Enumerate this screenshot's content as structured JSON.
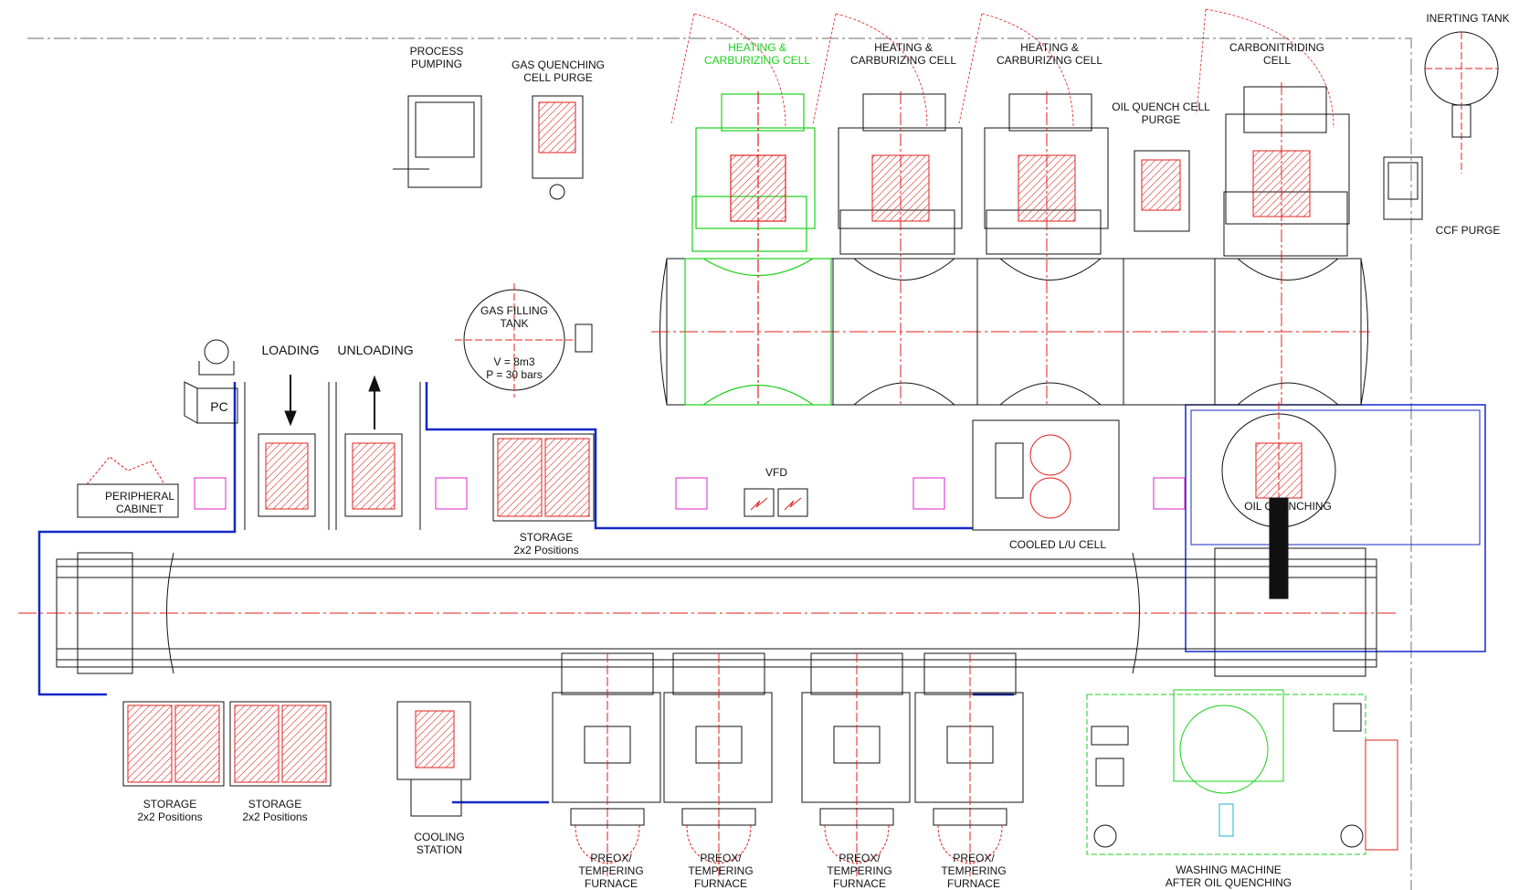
{
  "labels": {
    "process_pumping": [
      "PROCESS",
      "PUMPING"
    ],
    "gas_quenching_purge": [
      "GAS QUENCHING",
      "CELL PURGE"
    ],
    "heating_cell_1": [
      "HEATING &",
      "CARBURIZING CELL"
    ],
    "heating_cell_2": [
      "HEATING &",
      "CARBURIZING CELL"
    ],
    "heating_cell_3": [
      "HEATING &",
      "CARBURIZING CELL"
    ],
    "oil_quench_purge": [
      "OIL QUENCH CELL",
      "PURGE"
    ],
    "carbonitriding_cell": [
      "CARBONITRIDING",
      "CELL"
    ],
    "inerting_tank": "INERTING TANK",
    "ccf_purge": "CCF PURGE",
    "gas_filling_tank": [
      "GAS FILLING",
      "TANK"
    ],
    "tank_volume": "V = 8m3",
    "tank_pressure": "P = 30 bars",
    "loading": "LOADING",
    "unloading": "UNLOADING",
    "pc": "PC",
    "peripheral_cabinet": [
      "PERIPHERAL",
      "CABINET"
    ],
    "storage_top": [
      "STORAGE",
      "2x2 Positions"
    ],
    "vfd": "VFD",
    "cooled_lu_cell": "COOLED L/U CELL",
    "oil_quenching": "OIL QUENCHING",
    "storage_bottom_1": [
      "STORAGE",
      "2x2 Positions"
    ],
    "storage_bottom_2": [
      "STORAGE",
      "2x2 Positions"
    ],
    "cooling_station": [
      "COOLING",
      "STATION"
    ],
    "preox_1": [
      "PREOX/",
      "TEMPERING",
      "FURNACE"
    ],
    "preox_2": [
      "PREOX/",
      "TEMPERING",
      "FURNACE"
    ],
    "preox_3": [
      "PREOX/",
      "TEMPERING",
      "FURNACE"
    ],
    "preox_4": [
      "PREOX/",
      "TEMPERING",
      "FURNACE"
    ],
    "washing_machine": [
      "WASHING MACHINE",
      "AFTER OIL QUENCHING"
    ]
  },
  "colors": {
    "line": "#111111",
    "centerline": "#e0201e",
    "blue_boundary": "#1428c8",
    "green_cell": "#19d019",
    "magenta": "#e020d0",
    "hatch_red": "#e0201e"
  }
}
